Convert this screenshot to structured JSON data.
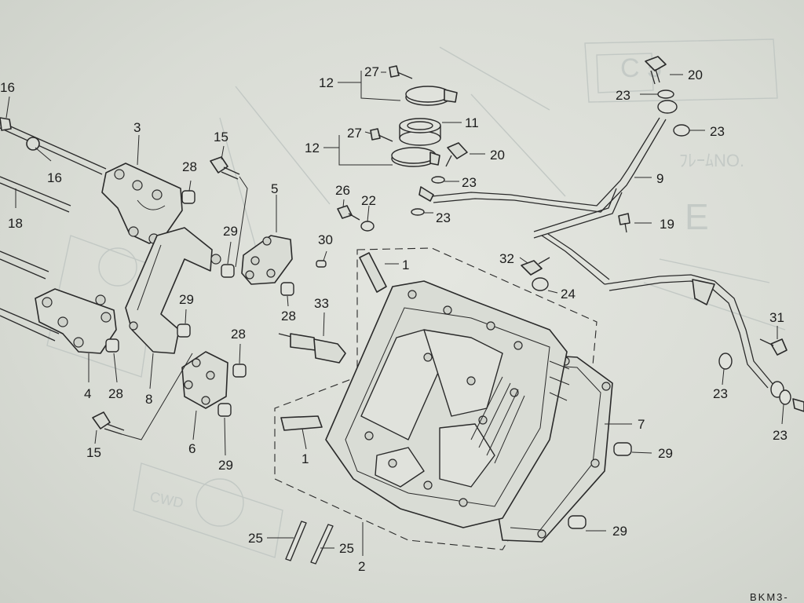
{
  "diagram": {
    "code": "BKM3-",
    "callouts": [
      "16",
      "16",
      "3",
      "18",
      "15",
      "28",
      "29",
      "5",
      "30",
      "28",
      "29",
      "4",
      "28",
      "8",
      "15",
      "28",
      "6",
      "29",
      "27",
      "12",
      "27",
      "12",
      "11",
      "20",
      "23",
      "23",
      "26",
      "22",
      "20",
      "23",
      "23",
      "9",
      "19",
      "1",
      "32",
      "24",
      "33",
      "1",
      "7",
      "29",
      "29",
      "31",
      "23",
      "23",
      "25",
      "25",
      "2"
    ],
    "background_text": {
      "g1": "C 5",
      "g2": "ﾌﾚｰﾑNO.",
      "g3": "E",
      "g4": "CWD"
    }
  }
}
